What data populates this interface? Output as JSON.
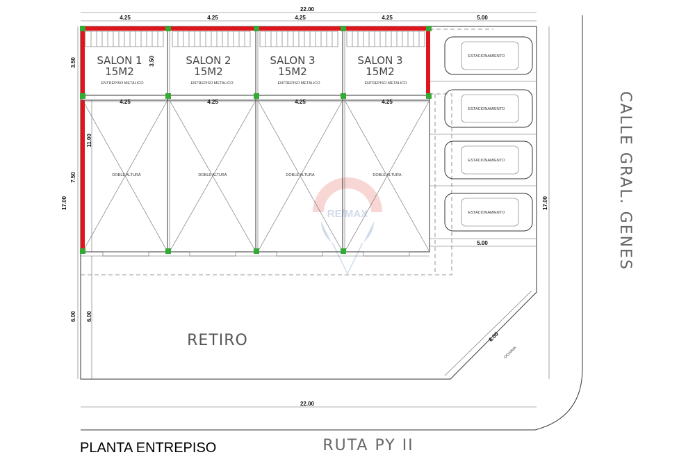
{
  "dimensions": {
    "top_total": "22.00",
    "top_bays": [
      "4.25",
      "4.25",
      "4.25",
      "4.25"
    ],
    "parking_top": "5.00",
    "mid_bays": [
      "4.25",
      "4.25",
      "4.25",
      "4.25"
    ],
    "parking_bottom": "5.00",
    "bottom_total": "22.00",
    "left_total": "17.00",
    "left_upper": "3.50",
    "left_middle": "7.50",
    "left_lower": "6.00",
    "inner_salon_depth": "3.50",
    "inner_height": "11.00",
    "inner_retiro": "6.00",
    "right_total": "17.00",
    "ochava_dim": "6.00"
  },
  "salons": [
    {
      "name": "SALON  1",
      "area": "15M2",
      "note": "ENTREPISO  METALICO",
      "lower_label": "DOBLE ALTURA"
    },
    {
      "name": "SALON  2",
      "area": "15M2",
      "note": "ENTREPISO  METALICO",
      "lower_label": "DOBLE ALTURA"
    },
    {
      "name": "SALON  3",
      "area": "15M2",
      "note": "ENTREPISO  METALICO",
      "lower_label": "DOBLE ALTURA"
    },
    {
      "name": "SALON  3",
      "area": "15M2",
      "note": "ENTREPISO  METALICO",
      "lower_label": "DOBLE ALTURA"
    }
  ],
  "parking_label": "ESTACIONAMIENTO",
  "retiro_label": "RETIRO",
  "ochava_label": "OCHAVA",
  "street_right": "CALLE GRAL. GENES",
  "street_bottom": "RUTA PY II",
  "watermark": "RE/MAX",
  "plan_title": "PLANTA ENTREPISO",
  "colors": {
    "wall_red": "#e0141b",
    "column_green": "#33aa33",
    "watermark_red": "#e4473f",
    "watermark_blue": "#2f5fa8"
  }
}
